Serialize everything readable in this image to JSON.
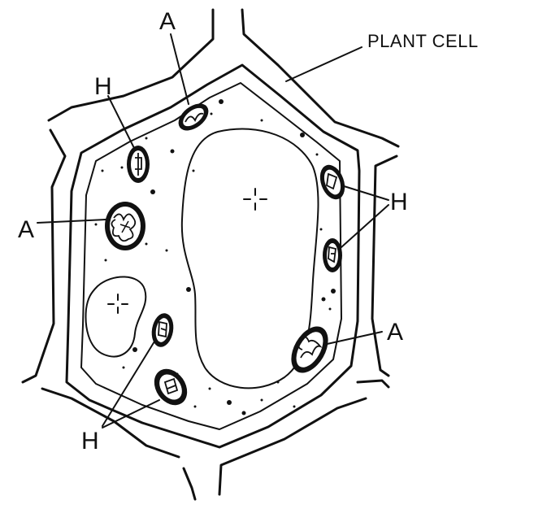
{
  "diagram": {
    "title_label": "PLANT CELL",
    "labels": {
      "A_top": "A",
      "A_left": "A",
      "A_right": "A",
      "H_upper_left": "H",
      "H_right": "H",
      "H_bottom": "H"
    }
  }
}
